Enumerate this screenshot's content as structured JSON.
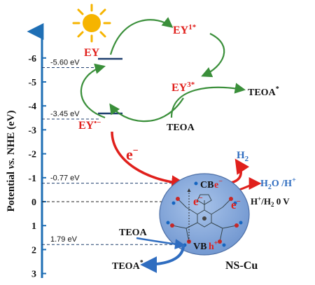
{
  "axis": {
    "label_prefix": "Potential ",
    "label_italic": "vs.",
    "label_suffix": " NHE (eV)",
    "ticks": [
      {
        "value": -6,
        "label": "-6"
      },
      {
        "value": -5,
        "label": "-5"
      },
      {
        "value": -4,
        "label": "-4"
      },
      {
        "value": -3,
        "label": "-3"
      },
      {
        "value": -2,
        "label": "-2"
      },
      {
        "value": -1,
        "label": "-1"
      },
      {
        "value": 0,
        "label": "0"
      },
      {
        "value": 1,
        "label": "1"
      },
      {
        "value": 2,
        "label": "2"
      },
      {
        "value": 3,
        "label": "3"
      }
    ]
  },
  "levels": [
    {
      "id": "ey",
      "value": -5.6,
      "label": "-5.60 eV"
    },
    {
      "id": "ey-minus",
      "value": -3.45,
      "label": "-3.45 eV"
    },
    {
      "id": "cb",
      "value": -0.77,
      "label": "-0.77 eV"
    },
    {
      "id": "zero",
      "value": 0,
      "label": ""
    },
    {
      "id": "vb",
      "value": 1.79,
      "label": "1.79 eV"
    }
  ],
  "species": {
    "ey": "EY",
    "ey1_base": "EY",
    "ey1_sup": "1*",
    "ey3_base": "EY",
    "ey3_sup": "3*",
    "eyminus_base": "EY",
    "eyminus_sup": "•−",
    "teoa_star_top_base": "TEOA",
    "teoa_star_top_sup": "*",
    "teoa_mid": "TEOA",
    "teoa_left": "TEOA",
    "teoa_star_bottom_base": "TEOA",
    "teoa_star_bottom_sup": "*",
    "h2": "H",
    "h2_sub": "2",
    "h2o_pre": "H",
    "h2o_sub": "2",
    "h2o_post": "O /H",
    "h2o_sup": "+",
    "hplus_pre": "H",
    "hplus_sup": "+",
    "hplus_mid": "/H",
    "hplus_sub": "2",
    "hplus_post": " 0 V",
    "electron_big": "e",
    "electron_sup": "−",
    "cb": "CB",
    "vb": "VB",
    "hole": "h",
    "hole_sup": "+",
    "catalyst": "NS-Cu"
  },
  "colors": {
    "axis": "#1f6fb5",
    "red": "#e0201c",
    "green": "#3a8f3a",
    "blue_text": "#2f6dc0",
    "sphere": "#7fa5d9",
    "sun": "#f6b400"
  }
}
